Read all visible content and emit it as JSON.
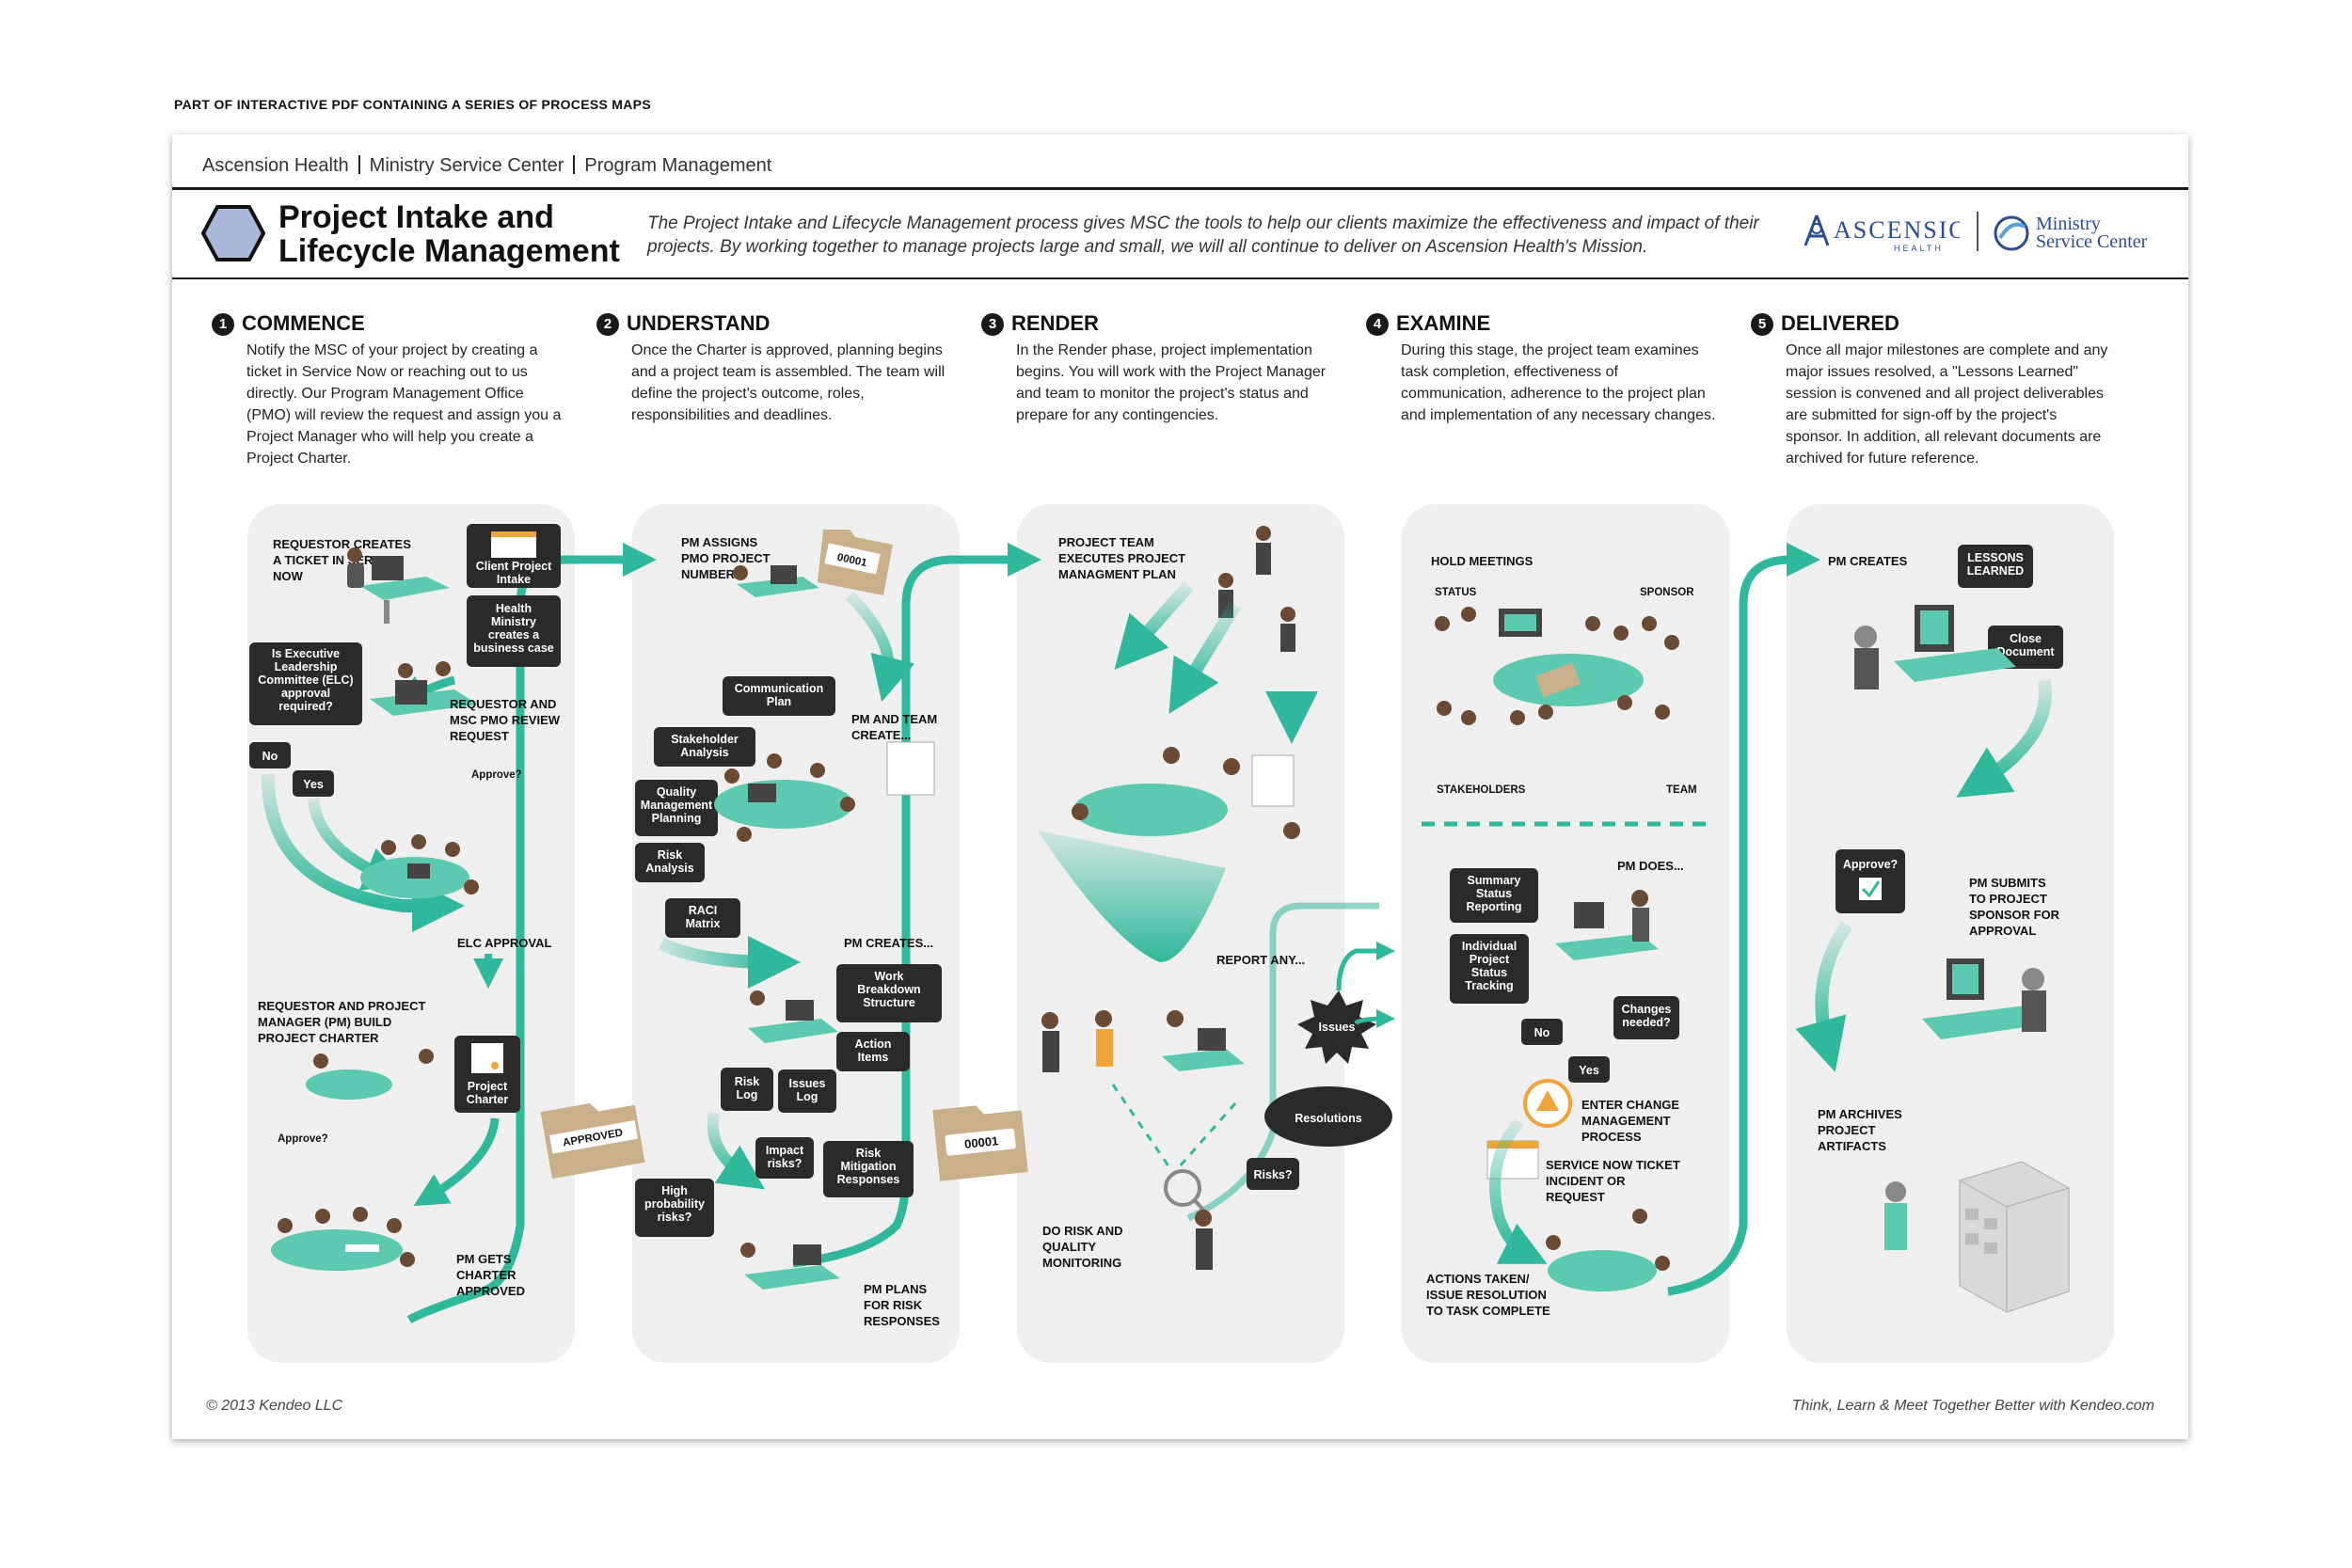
{
  "top_tag": "PART OF INTERACTIVE PDF CONTAINING A SERIES OF PROCESS MAPS",
  "breadcrumb": [
    "Ascension Health",
    "Ministry Service Center",
    "Program Management"
  ],
  "title": [
    "Project Intake and",
    "Lifecycle Management"
  ],
  "intro": "The Project Intake and Lifecycle Management process gives MSC the tools to help our clients maximize the effectiveness and impact of their projects. By working together to manage projects large and small, we will all continue to deliver on Ascension Health's Mission.",
  "logos": {
    "ascension_main": "ASCENSION",
    "ascension_sub": "HEALTH",
    "msc_line1": "Ministry",
    "msc_line2": "Service Center"
  },
  "stages": [
    {
      "num": "1",
      "title": "COMMENCE",
      "desc": "Notify the MSC of your project by creating a ticket in Service Now or reaching out to us directly. Our Program Management Office (PMO) will review the request and assign you a Project Manager who will help you create a Project Charter."
    },
    {
      "num": "2",
      "title": "UNDERSTAND",
      "desc": "Once the Charter is approved, planning begins and a project team is assembled. The team will define the project's outcome, roles, responsibilities and deadlines."
    },
    {
      "num": "3",
      "title": "RENDER",
      "desc": "In the Render phase, project implementation begins. You will work with the Project Manager and team to monitor the project's status and prepare for any contingencies."
    },
    {
      "num": "4",
      "title": "EXAMINE",
      "desc": "During this stage, the project team examines task completion, effectiveness of communication, adherence to the project plan and implementation of any necessary changes."
    },
    {
      "num": "5",
      "title": "DELIVERED",
      "desc": "Once all major milestones are complete and any major issues resolved, a \"Lessons Learned\" session is convened and all project deliverables are submitted for sign-off by the project's sponsor. In addition, all relevant documents are archived for future reference."
    }
  ],
  "panel1": {
    "step_ticket": [
      "REQUESTOR CREATES",
      "A TICKET IN SERVICE",
      "NOW"
    ],
    "bubble_intake": [
      "Client Project",
      "Intake"
    ],
    "bubble_business": [
      "Health",
      "Ministry",
      "creates a",
      "business case"
    ],
    "bubble_elc": [
      "Is Executive",
      "Leadership",
      "Committee (ELC)",
      "approval",
      "required?"
    ],
    "no": "No",
    "yes": "Yes",
    "step_review": [
      "REQUESTOR AND",
      "MSC PMO REVIEW",
      "REQUEST"
    ],
    "approve1": "Approve?",
    "step_elc": "ELC APPROVAL",
    "step_build": [
      "REQUESTOR AND PROJECT",
      "MANAGER (PM) BUILD",
      "PROJECT CHARTER"
    ],
    "bubble_charter": [
      "Project",
      "Charter"
    ],
    "approve2": "Approve?",
    "step_approved": [
      "PM GETS",
      "CHARTER",
      "APPROVED"
    ],
    "folder_label": "APPROVED"
  },
  "panel2": {
    "step_assign": [
      "PM ASSIGNS",
      "PMO PROJECT",
      "NUMBER"
    ],
    "folder_num": "00001",
    "bubble_comm": [
      "Communication",
      "Plan"
    ],
    "bubble_stake": [
      "Stakeholder",
      "Analysis"
    ],
    "step_team": [
      "PM AND TEAM",
      "CREATE..."
    ],
    "bubble_quality": [
      "Quality",
      "Management",
      "Planning"
    ],
    "bubble_risk_an": [
      "Risk",
      "Analysis"
    ],
    "bubble_raci": [
      "RACI",
      "Matrix"
    ],
    "step_creates": "PM CREATES...",
    "bubble_wbs": [
      "Work",
      "Breakdown",
      "Structure"
    ],
    "bubble_action": [
      "Action",
      "Items"
    ],
    "bubble_risklog": [
      "Risk",
      "Log"
    ],
    "bubble_issues": [
      "Issues",
      "Log"
    ],
    "bubble_impact": [
      "Impact",
      "risks?"
    ],
    "bubble_mitig": [
      "Risk",
      "Mitigation",
      "Responses"
    ],
    "bubble_high": [
      "High",
      "probability",
      "risks?"
    ],
    "step_plans": [
      "PM PLANS",
      "FOR RISK",
      "RESPONSES"
    ],
    "folder_num2": "00001"
  },
  "panel3": {
    "step_exec": [
      "PROJECT TEAM",
      "EXECUTES PROJECT",
      "MANAGMENT PLAN"
    ],
    "step_report": "REPORT ANY...",
    "issues": "Issues",
    "resolutions": "Resolutions",
    "risks": "Risks?",
    "step_monitor": [
      "DO RISK AND",
      "QUALITY",
      "MONITORING"
    ]
  },
  "panel4": {
    "step_meet": "HOLD MEETINGS",
    "status": "STATUS",
    "sponsor": "SPONSOR",
    "stakeholders": "STAKEHOLDERS",
    "team": "TEAM",
    "step_does": "PM DOES...",
    "bubble_summary": [
      "Summary",
      "Status",
      "Reporting"
    ],
    "bubble_individual": [
      "Individual",
      "Project",
      "Status",
      "Tracking"
    ],
    "bubble_changes": [
      "Changes",
      "needed?"
    ],
    "no": "No",
    "yes": "Yes",
    "step_change": [
      "ENTER CHANGE",
      "MANAGEMENT",
      "PROCESS"
    ],
    "step_ticket": [
      "SERVICE NOW TICKET",
      "INCIDENT OR",
      "REQUEST"
    ],
    "step_actions": [
      "ACTIONS TAKEN/",
      "ISSUE RESOLUTION",
      "TO TASK COMPLETE"
    ]
  },
  "panel5": {
    "step_creates": "PM CREATES",
    "bubble_lessons": [
      "LESSONS",
      "LEARNED"
    ],
    "bubble_close": [
      "Close",
      "Document"
    ],
    "approve": "Approve?",
    "step_submit": [
      "PM SUBMITS",
      "TO PROJECT",
      "SPONSOR FOR",
      "APPROVAL"
    ],
    "step_archive": [
      "PM ARCHIVES",
      "PROJECT",
      "ARTIFACTS"
    ]
  },
  "footer_left": "2013 Kendeo LLC",
  "footer_right": "Think, Learn & Meet Together Better with Kendeo.com",
  "colors": {
    "teal": "#2fb89b",
    "teal_dark": "#1f9c82",
    "bubble": "#2a2a2a",
    "panel": "#efefef",
    "folder": "#c9b08a",
    "logo_blue": "#2a4d8f"
  }
}
